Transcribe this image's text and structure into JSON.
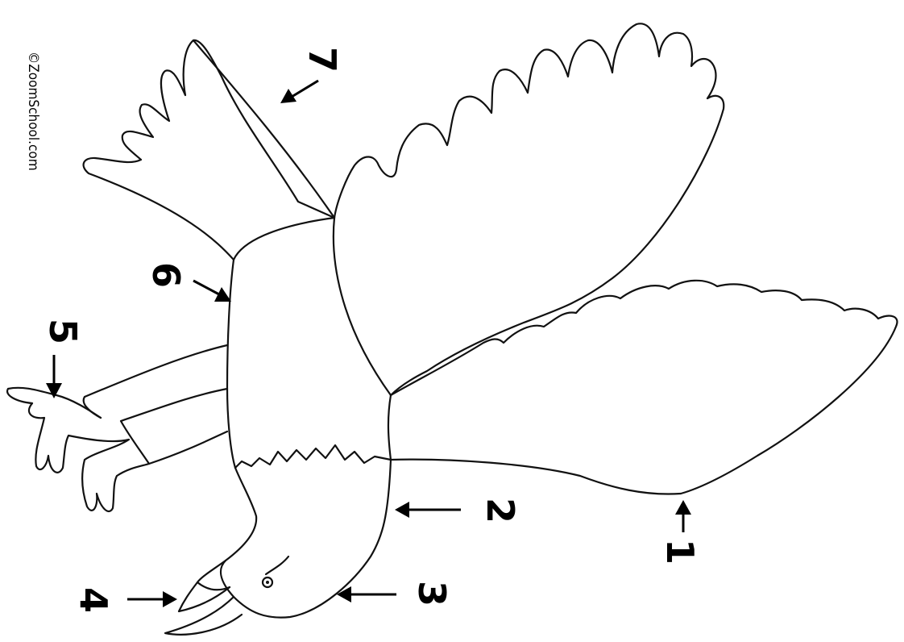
{
  "labels": [
    "1",
    "2",
    "3",
    "4",
    "5",
    "6",
    "7"
  ],
  "copyright": "©ZoomSchool.com"
}
